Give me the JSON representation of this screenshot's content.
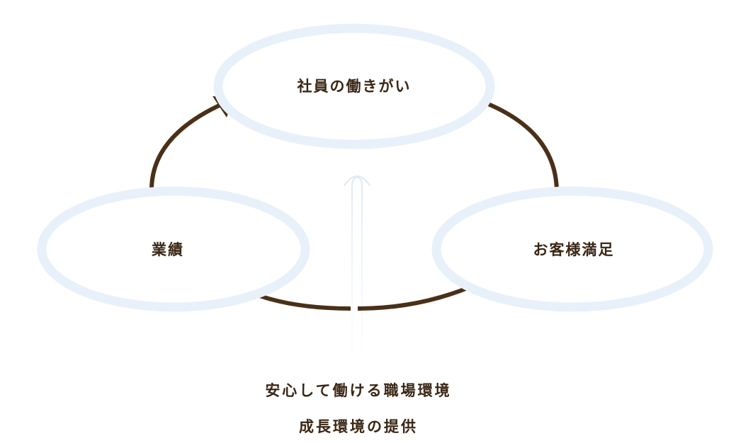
{
  "nodes": {
    "top": {
      "label": "社員の働きがい"
    },
    "left": {
      "label": "業績"
    },
    "right": {
      "label": "お客様満足"
    }
  },
  "foundation": {
    "lines": [
      "安心して働ける職場環境",
      "成長環境の提供"
    ]
  },
  "colors": {
    "arrow": "#4a3017",
    "ellipse_ring": "#e8f1fa",
    "text": "#3a2614"
  }
}
